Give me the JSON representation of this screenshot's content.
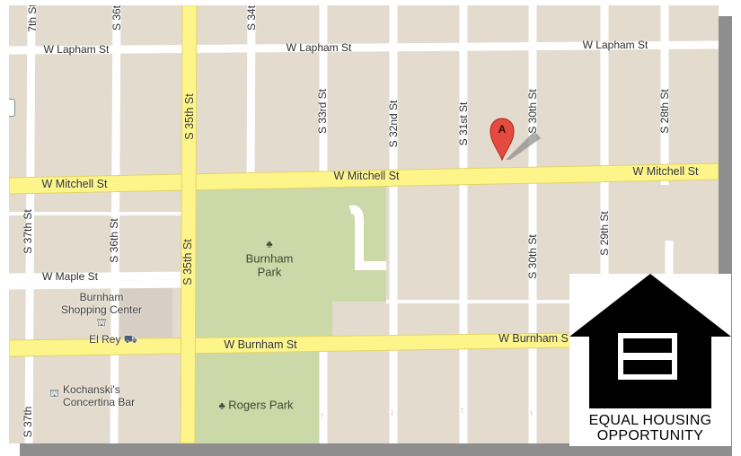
{
  "colors": {
    "land": "#e9e4da",
    "block": "#e3dbcd",
    "park": "#cad9a7",
    "major_road": "#fdf58a",
    "minor_road": "#ffffff",
    "marker": "#e44a3d"
  },
  "streets": {
    "lapham": [
      "W Lapham St",
      "W Lapham St",
      "W Lapham St"
    ],
    "mitchell": [
      "W Mitchell St",
      "W Mitchell St",
      "W Mitchell St"
    ],
    "maple": "W Maple St",
    "burnham": [
      "W Burnham St",
      "W Burnham S"
    ],
    "s37": [
      "7th St",
      "S 37th St",
      "S 37th"
    ],
    "s36": [
      "S 36t",
      "S 36th St"
    ],
    "s35": [
      "S 35th St",
      "S 35th St"
    ],
    "s34": "S 34t",
    "s33": "S 33rd St",
    "s32": "S 32nd St",
    "s31": "S 31st St",
    "s30": [
      "S 30th St",
      "S 30th St"
    ],
    "s29": "S 29th St",
    "s28": "S 28th St"
  },
  "places": {
    "burnham_park": "Burnham Park",
    "rogers_park": "Rogers Park",
    "shopping_center": "Burnham Shopping Center",
    "el_rey": "El Rey",
    "kochanski": "Kochanski's Concertina Bar"
  },
  "marker_label": "A",
  "eho": {
    "line1": "EQUAL HOUSING",
    "line2": "OPPORTUNITY"
  }
}
